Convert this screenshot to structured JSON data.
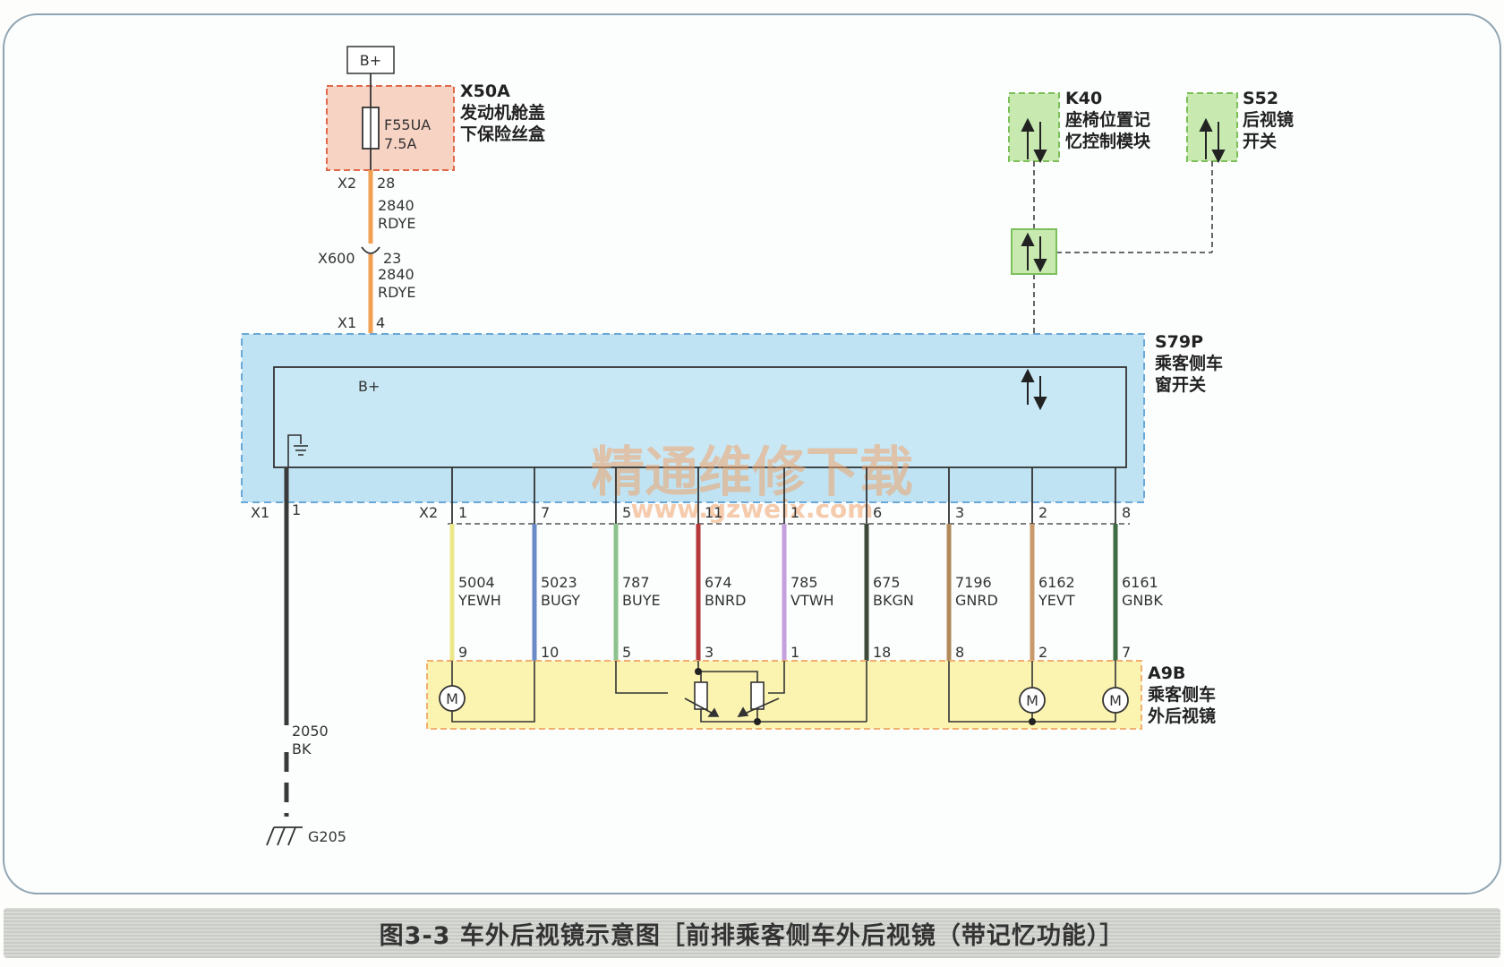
{
  "watermark": {
    "cn": "精通维修下载",
    "url": "www.gzweix.com"
  },
  "caption": "图3-3  车外后视镜示意图［前排乘客侧车外后视镜（带记忆功能）］",
  "power": {
    "label": "B+"
  },
  "fuse_box": {
    "id": "X50A",
    "name1": "发动机舱盖",
    "name2": "下保险丝盒",
    "fuse": "F55UA",
    "rating": "7.5A",
    "connector": "X2",
    "pin": "28"
  },
  "feed_wire_1": {
    "circuit": "2840",
    "color": "RDYE"
  },
  "inline_conn": {
    "id": "X600",
    "pin": "23"
  },
  "feed_wire_2": {
    "circuit": "2840",
    "color": "RDYE"
  },
  "switch_in": {
    "connector": "X1",
    "pin": "4"
  },
  "k40": {
    "id": "K40",
    "name1": "座椅位置记",
    "name2": "忆控制模块"
  },
  "s52": {
    "id": "S52",
    "name1": "后视镜",
    "name2": "开关"
  },
  "s79p": {
    "id": "S79P",
    "name1": "乘客侧车",
    "name2": "窗开关",
    "b_plus": "B+"
  },
  "ground_conn": {
    "connector": "X1",
    "pin": "1"
  },
  "ground_wire": {
    "circuit": "2050",
    "color": "BK"
  },
  "ground": {
    "id": "G205"
  },
  "x2_connector": "X2",
  "wires": [
    {
      "top_pin": "1",
      "circuit": "5004",
      "color": "YEWH",
      "bottom_pin": "9",
      "hex": "#ece88a"
    },
    {
      "top_pin": "7",
      "circuit": "5023",
      "color": "BUGY",
      "bottom_pin": "10",
      "hex": "#6b8ac8"
    },
    {
      "top_pin": "5",
      "circuit": "787",
      "color": "BUYE",
      "bottom_pin": "5",
      "hex": "#8cc28c"
    },
    {
      "top_pin": "11",
      "circuit": "674",
      "color": "BNRD",
      "bottom_pin": "3",
      "hex": "#b5383a"
    },
    {
      "top_pin": "1",
      "circuit": "785",
      "color": "VTWH",
      "bottom_pin": "1",
      "hex": "#c4a0dc"
    },
    {
      "top_pin": "6",
      "circuit": "675",
      "color": "BKGN",
      "bottom_pin": "18",
      "hex": "#3d4a3a"
    },
    {
      "top_pin": "3",
      "circuit": "7196",
      "color": "GNRD",
      "bottom_pin": "8",
      "hex": "#b08a5a"
    },
    {
      "top_pin": "2",
      "circuit": "6162",
      "color": "YEVT",
      "bottom_pin": "2",
      "hex": "#c89a6a"
    },
    {
      "top_pin": "8",
      "circuit": "6161",
      "color": "GNBK",
      "bottom_pin": "7",
      "hex": "#3f6b45"
    }
  ],
  "a9b": {
    "id": "A9B",
    "name1": "乘客侧车",
    "name2": "外后视镜"
  },
  "motor": {
    "label": "M"
  },
  "colors": {
    "feed": "#f0a050",
    "switch_fill": "#bfe3f3",
    "switch_border": "#6aa8d8",
    "fuse_fill": "#f7d3c4",
    "fuse_border": "#e06a4a",
    "module_fill": "#c8eab0",
    "module_border": "#7cc05a",
    "mirror_fill": "#fbf3b0",
    "mirror_border": "#f0b070",
    "frame": "#8fa4b2"
  }
}
